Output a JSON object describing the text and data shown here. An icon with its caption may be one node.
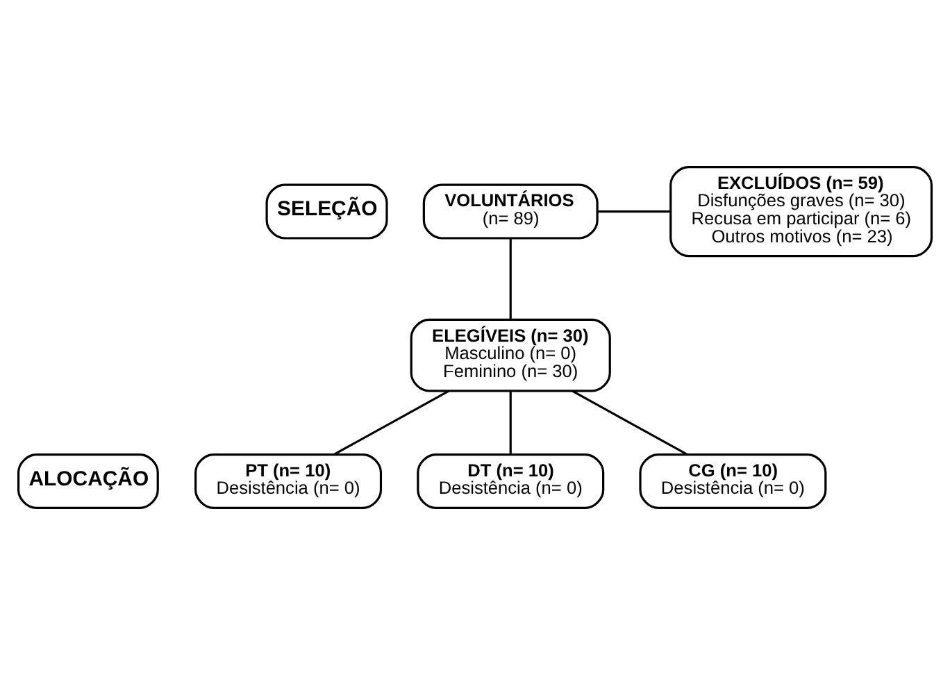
{
  "diagram": {
    "nodes": [
      {
        "text": [
          "SELEÇÃO"
        ]
      },
      {
        "text": [
          "ALOCAÇÃO"
        ]
      },
      {
        "text": [
          "VOLUNTÁRIOS",
          "(n= 89)"
        ]
      },
      {
        "text": [
          "EXCLUÍDOS (n= 59)",
          "Disfunções graves (n= 30)",
          "Recusa em participar (n= 6)",
          "Outros motivos (n= 23)"
        ]
      },
      {
        "text": [
          "ELEGÍVEIS (n= 30)",
          "Masculino (n= 0)",
          "Feminino (n= 30)"
        ]
      },
      {
        "text": [
          "PT (n= 10)",
          "Desistência (n= 0)"
        ]
      },
      {
        "text": [
          "DT (n= 10)",
          "Desistência (n= 0)"
        ]
      },
      {
        "text": [
          "CG (n= 10)",
          "Desistência (n= 0)"
        ]
      }
    ],
    "edges": [
      {
        "from": 2,
        "to": 4,
        "arrow": "none"
      },
      {
        "from": 2,
        "to": 3,
        "arrow": "none"
      },
      {
        "from": 4,
        "to": 5,
        "arrow": "none"
      },
      {
        "from": 4,
        "to": 6,
        "arrow": "none"
      },
      {
        "from": 4,
        "to": 7,
        "arrow": "none"
      }
    ]
  }
}
